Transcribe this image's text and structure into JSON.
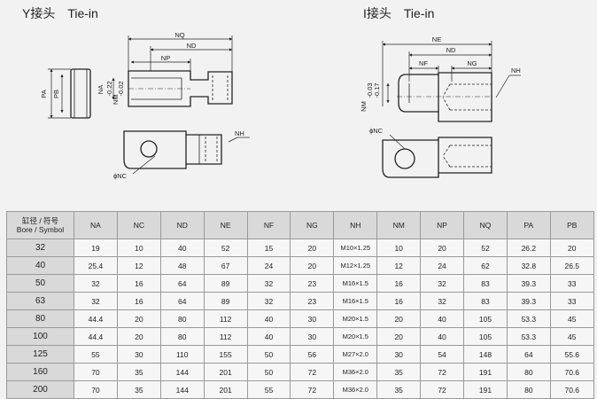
{
  "titles": {
    "y_tiein": {
      "cn": "Y接头",
      "en": "Tie-in"
    },
    "i_tiein": {
      "cn": "I接头",
      "en": "Tie-in"
    }
  },
  "diagram_labels": {
    "y": {
      "nq": "NQ",
      "nd": "ND",
      "np": "NP",
      "pa": "PA",
      "pb": "PB",
      "na": "NA",
      "nm": "NM",
      "nm_tol_upper": "-0.02",
      "nm_tol_lower": "-0.22",
      "nh": "NH",
      "nc": "ϕNC"
    },
    "i": {
      "ne": "NE",
      "nd": "ND",
      "nf": "NF",
      "ng": "NG",
      "nh": "NH",
      "nm": "NM",
      "nm_tol_upper": "-0.03",
      "nm_tol_lower": "-0.17",
      "nc": "ϕNC"
    }
  },
  "table": {
    "header_bore_line1": "缸径 / 符号",
    "header_bore_line2": "Bore / Symbol",
    "columns": [
      "NA",
      "NC",
      "ND",
      "NE",
      "NF",
      "NG",
      "NH",
      "NM",
      "NP",
      "NQ",
      "PA",
      "PB"
    ],
    "rows": [
      {
        "bore": "32",
        "cells": [
          "19",
          "10",
          "40",
          "52",
          "15",
          "20",
          "M10×1.25",
          "10",
          "20",
          "52",
          "26.2",
          "20"
        ]
      },
      {
        "bore": "40",
        "cells": [
          "25.4",
          "12",
          "48",
          "67",
          "24",
          "20",
          "M12×1.25",
          "12",
          "24",
          "62",
          "32.8",
          "26.5"
        ]
      },
      {
        "bore": "50",
        "cells": [
          "32",
          "16",
          "64",
          "89",
          "32",
          "23",
          "M16×1.5",
          "16",
          "32",
          "83",
          "39.3",
          "33"
        ]
      },
      {
        "bore": "63",
        "cells": [
          "32",
          "16",
          "64",
          "89",
          "32",
          "23",
          "M16×1.5",
          "16",
          "32",
          "83",
          "39.3",
          "33"
        ]
      },
      {
        "bore": "80",
        "cells": [
          "44.4",
          "20",
          "80",
          "112",
          "40",
          "30",
          "M20×1.5",
          "20",
          "40",
          "105",
          "53.3",
          "45"
        ]
      },
      {
        "bore": "100",
        "cells": [
          "44.4",
          "20",
          "80",
          "112",
          "40",
          "30",
          "M20×1.5",
          "20",
          "40",
          "105",
          "53.3",
          "45"
        ]
      },
      {
        "bore": "125",
        "cells": [
          "55",
          "30",
          "110",
          "155",
          "50",
          "56",
          "M27×2.0",
          "30",
          "54",
          "148",
          "64",
          "55.6"
        ]
      },
      {
        "bore": "160",
        "cells": [
          "70",
          "35",
          "144",
          "201",
          "50",
          "72",
          "M36×2.0",
          "35",
          "72",
          "191",
          "80",
          "70.6"
        ]
      },
      {
        "bore": "200",
        "cells": [
          "70",
          "35",
          "144",
          "201",
          "55",
          "72",
          "M36×2.0",
          "35",
          "72",
          "191",
          "80",
          "70.6"
        ]
      }
    ]
  }
}
